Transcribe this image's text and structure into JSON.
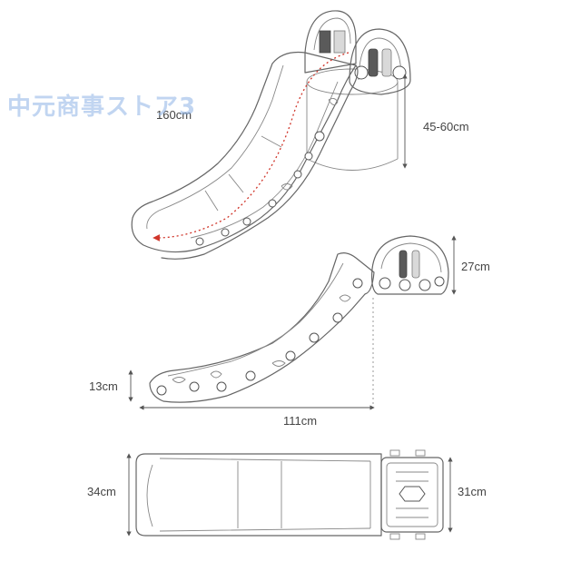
{
  "watermark": "中元商事ストア3",
  "dimensions": {
    "slide_length": "160cm",
    "platform_height": "45-60cm",
    "top_height": "27cm",
    "bottom_height": "13cm",
    "side_length": "111cm",
    "width_bottom": "34cm",
    "width_top": "31cm"
  },
  "colors": {
    "watermark": "#8fb4e6",
    "guide_line": "#d0352a",
    "outline": "#666666"
  }
}
